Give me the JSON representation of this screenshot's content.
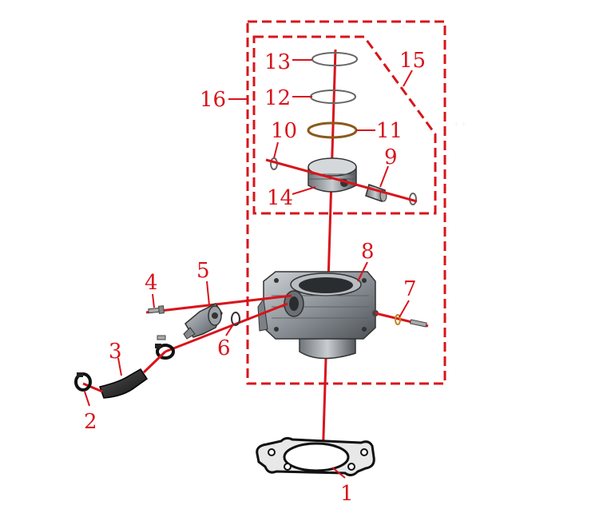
{
  "diagram": {
    "accent_color": "#d8141b",
    "callouts": [
      "1",
      "2",
      "3",
      "4",
      "5",
      "6",
      "7",
      "8",
      "9",
      "10",
      "11",
      "12",
      "13",
      "14",
      "15",
      "16"
    ]
  }
}
